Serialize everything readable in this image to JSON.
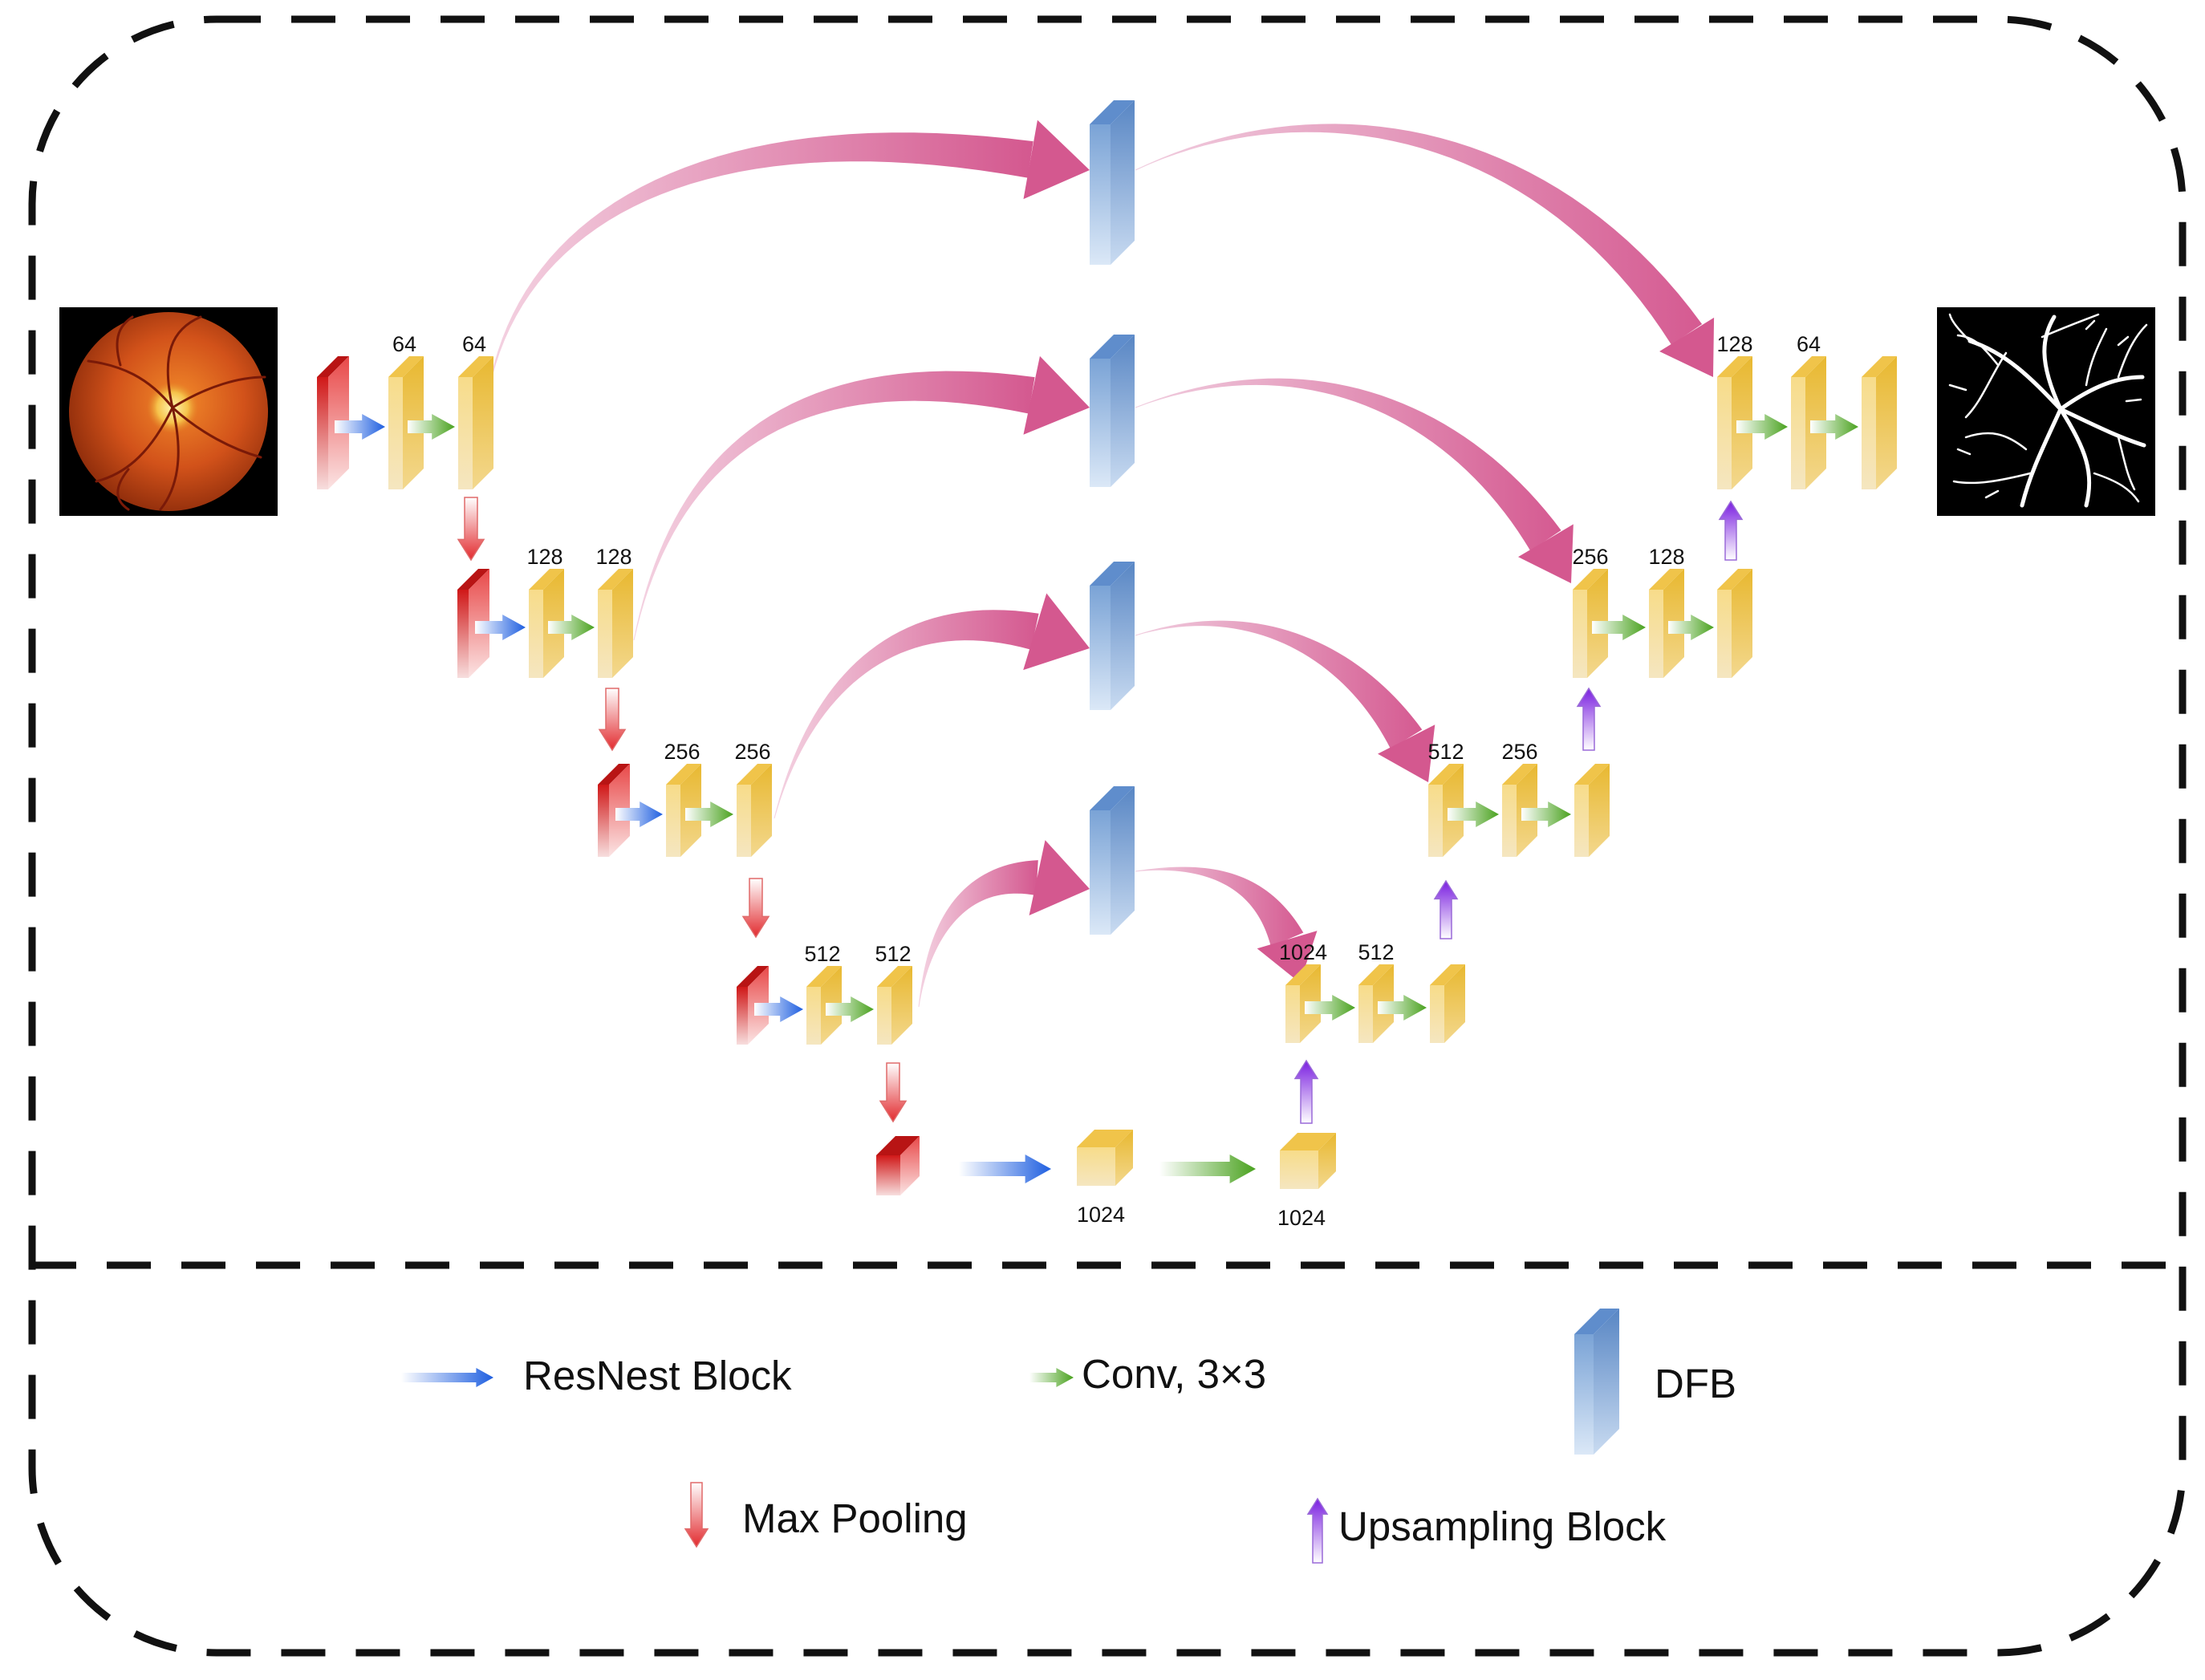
{
  "encoder_channels": [
    {
      "level": 1,
      "labels": [
        "64",
        "64"
      ]
    },
    {
      "level": 2,
      "labels": [
        "128",
        "128"
      ]
    },
    {
      "level": 3,
      "labels": [
        "256",
        "256"
      ]
    },
    {
      "level": 4,
      "labels": [
        "512",
        "512"
      ]
    }
  ],
  "bottleneck_channels": [
    "1024",
    "1024"
  ],
  "decoder_channels": [
    {
      "level": 1,
      "labels": [
        "128",
        "64"
      ]
    },
    {
      "level": 2,
      "labels": [
        "256",
        "128"
      ]
    },
    {
      "level": 3,
      "labels": [
        "512",
        "256"
      ]
    },
    {
      "level": 4,
      "labels": [
        "1024",
        "512"
      ]
    }
  ],
  "legend": {
    "resnest": "ResNest  Block",
    "conv": "Conv,  3×3",
    "dfb": "DFB",
    "maxpool": "Max  Pooling",
    "upsample": "Upsampling  Block"
  },
  "colors": {
    "encoder_block": "#f2cf6e",
    "input_block": "#d42020",
    "dfb_block": "#8fb3dc",
    "skip_arrow": "#d9659a",
    "resnest_arrow": "#2f6fe0",
    "conv_arrow": "#5cb030",
    "maxpool_arrow": "#e0393c",
    "upsample_arrow": "#8a2be2"
  },
  "images": {
    "input": "fundus-image",
    "output": "vessel-segmentation-mask"
  }
}
